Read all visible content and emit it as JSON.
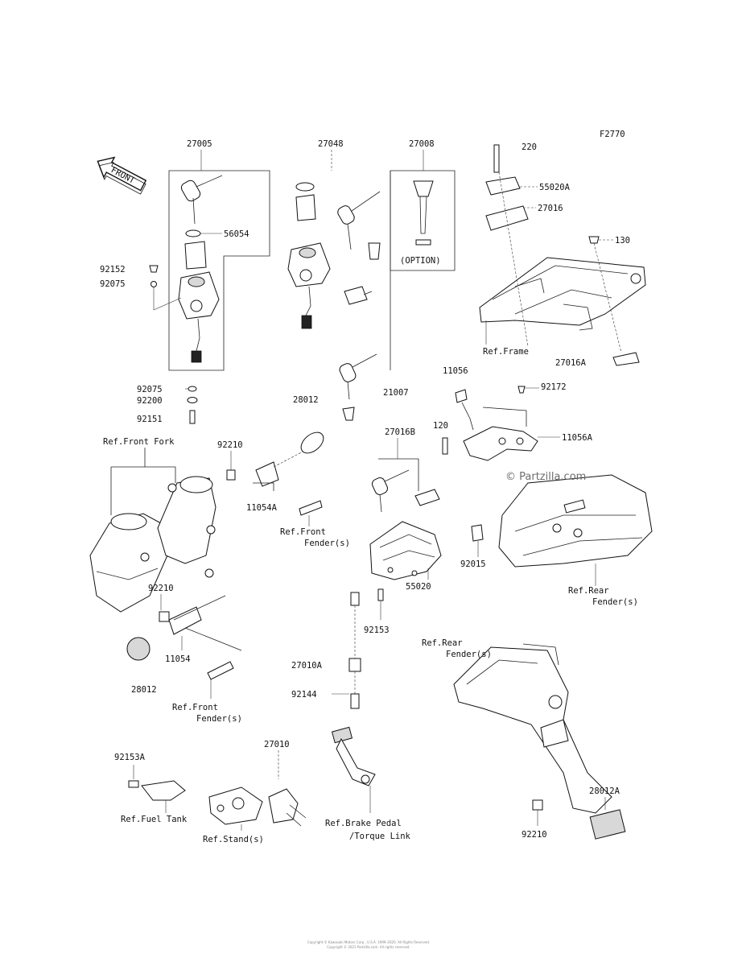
{
  "diagram_code": "F2770",
  "front_arrow": "FRONT",
  "watermark": "© Partzilla.com",
  "copyright_line1": "Copyright © Kawasaki Motors Corp., U.S.A. 1999–2020. All Rights Reserved.",
  "copyright_line2": "Copyright © 2021 Partzilla.com. All rights reserved.",
  "labels": {
    "p27005": "27005",
    "p27048": "27048",
    "p27008": "27008",
    "p220": "220",
    "p56054": "56054",
    "p92152": "92152",
    "p92075a": "92075",
    "option": "(OPTION)",
    "p55020A": "55020A",
    "p27016": "27016",
    "p130": "130",
    "p27016A": "27016A",
    "p11056": "11056",
    "p92172": "92172",
    "p92075b": "92075",
    "p92200": "92200",
    "p92151": "92151",
    "p28012a": "28012",
    "p21007": "21007",
    "p120": "120",
    "p27016B": "27016B",
    "p11056A": "11056A",
    "p92210a": "92210",
    "p11054A": "11054A",
    "p92015": "92015",
    "p92210b": "92210",
    "p11054": "11054",
    "p28012b": "28012",
    "p55020": "55020",
    "p92153": "92153",
    "p27010A": "27010A",
    "p92144": "92144",
    "p27010": "27010",
    "p92153A": "92153A",
    "p28012A": "28012A",
    "p92210c": "92210"
  },
  "refs": {
    "frame": "Ref.Frame",
    "front_fork": "Ref.Front Fork",
    "front_fender_1a": "Ref.Front",
    "front_fender_1b": "Fender(s)",
    "front_fender_2a": "Ref.Front",
    "front_fender_2b": "Fender(s)",
    "rear_fender_1a": "Ref.Rear",
    "rear_fender_1b": "Fender(s)",
    "rear_fender_2a": "Ref.Rear",
    "rear_fender_2b": "Fender(s)",
    "fuel_tank": "Ref.Fuel Tank",
    "stand": "Ref.Stand(s)",
    "brake_a": "Ref.Brake Pedal",
    "brake_b": "/Torque Link"
  }
}
